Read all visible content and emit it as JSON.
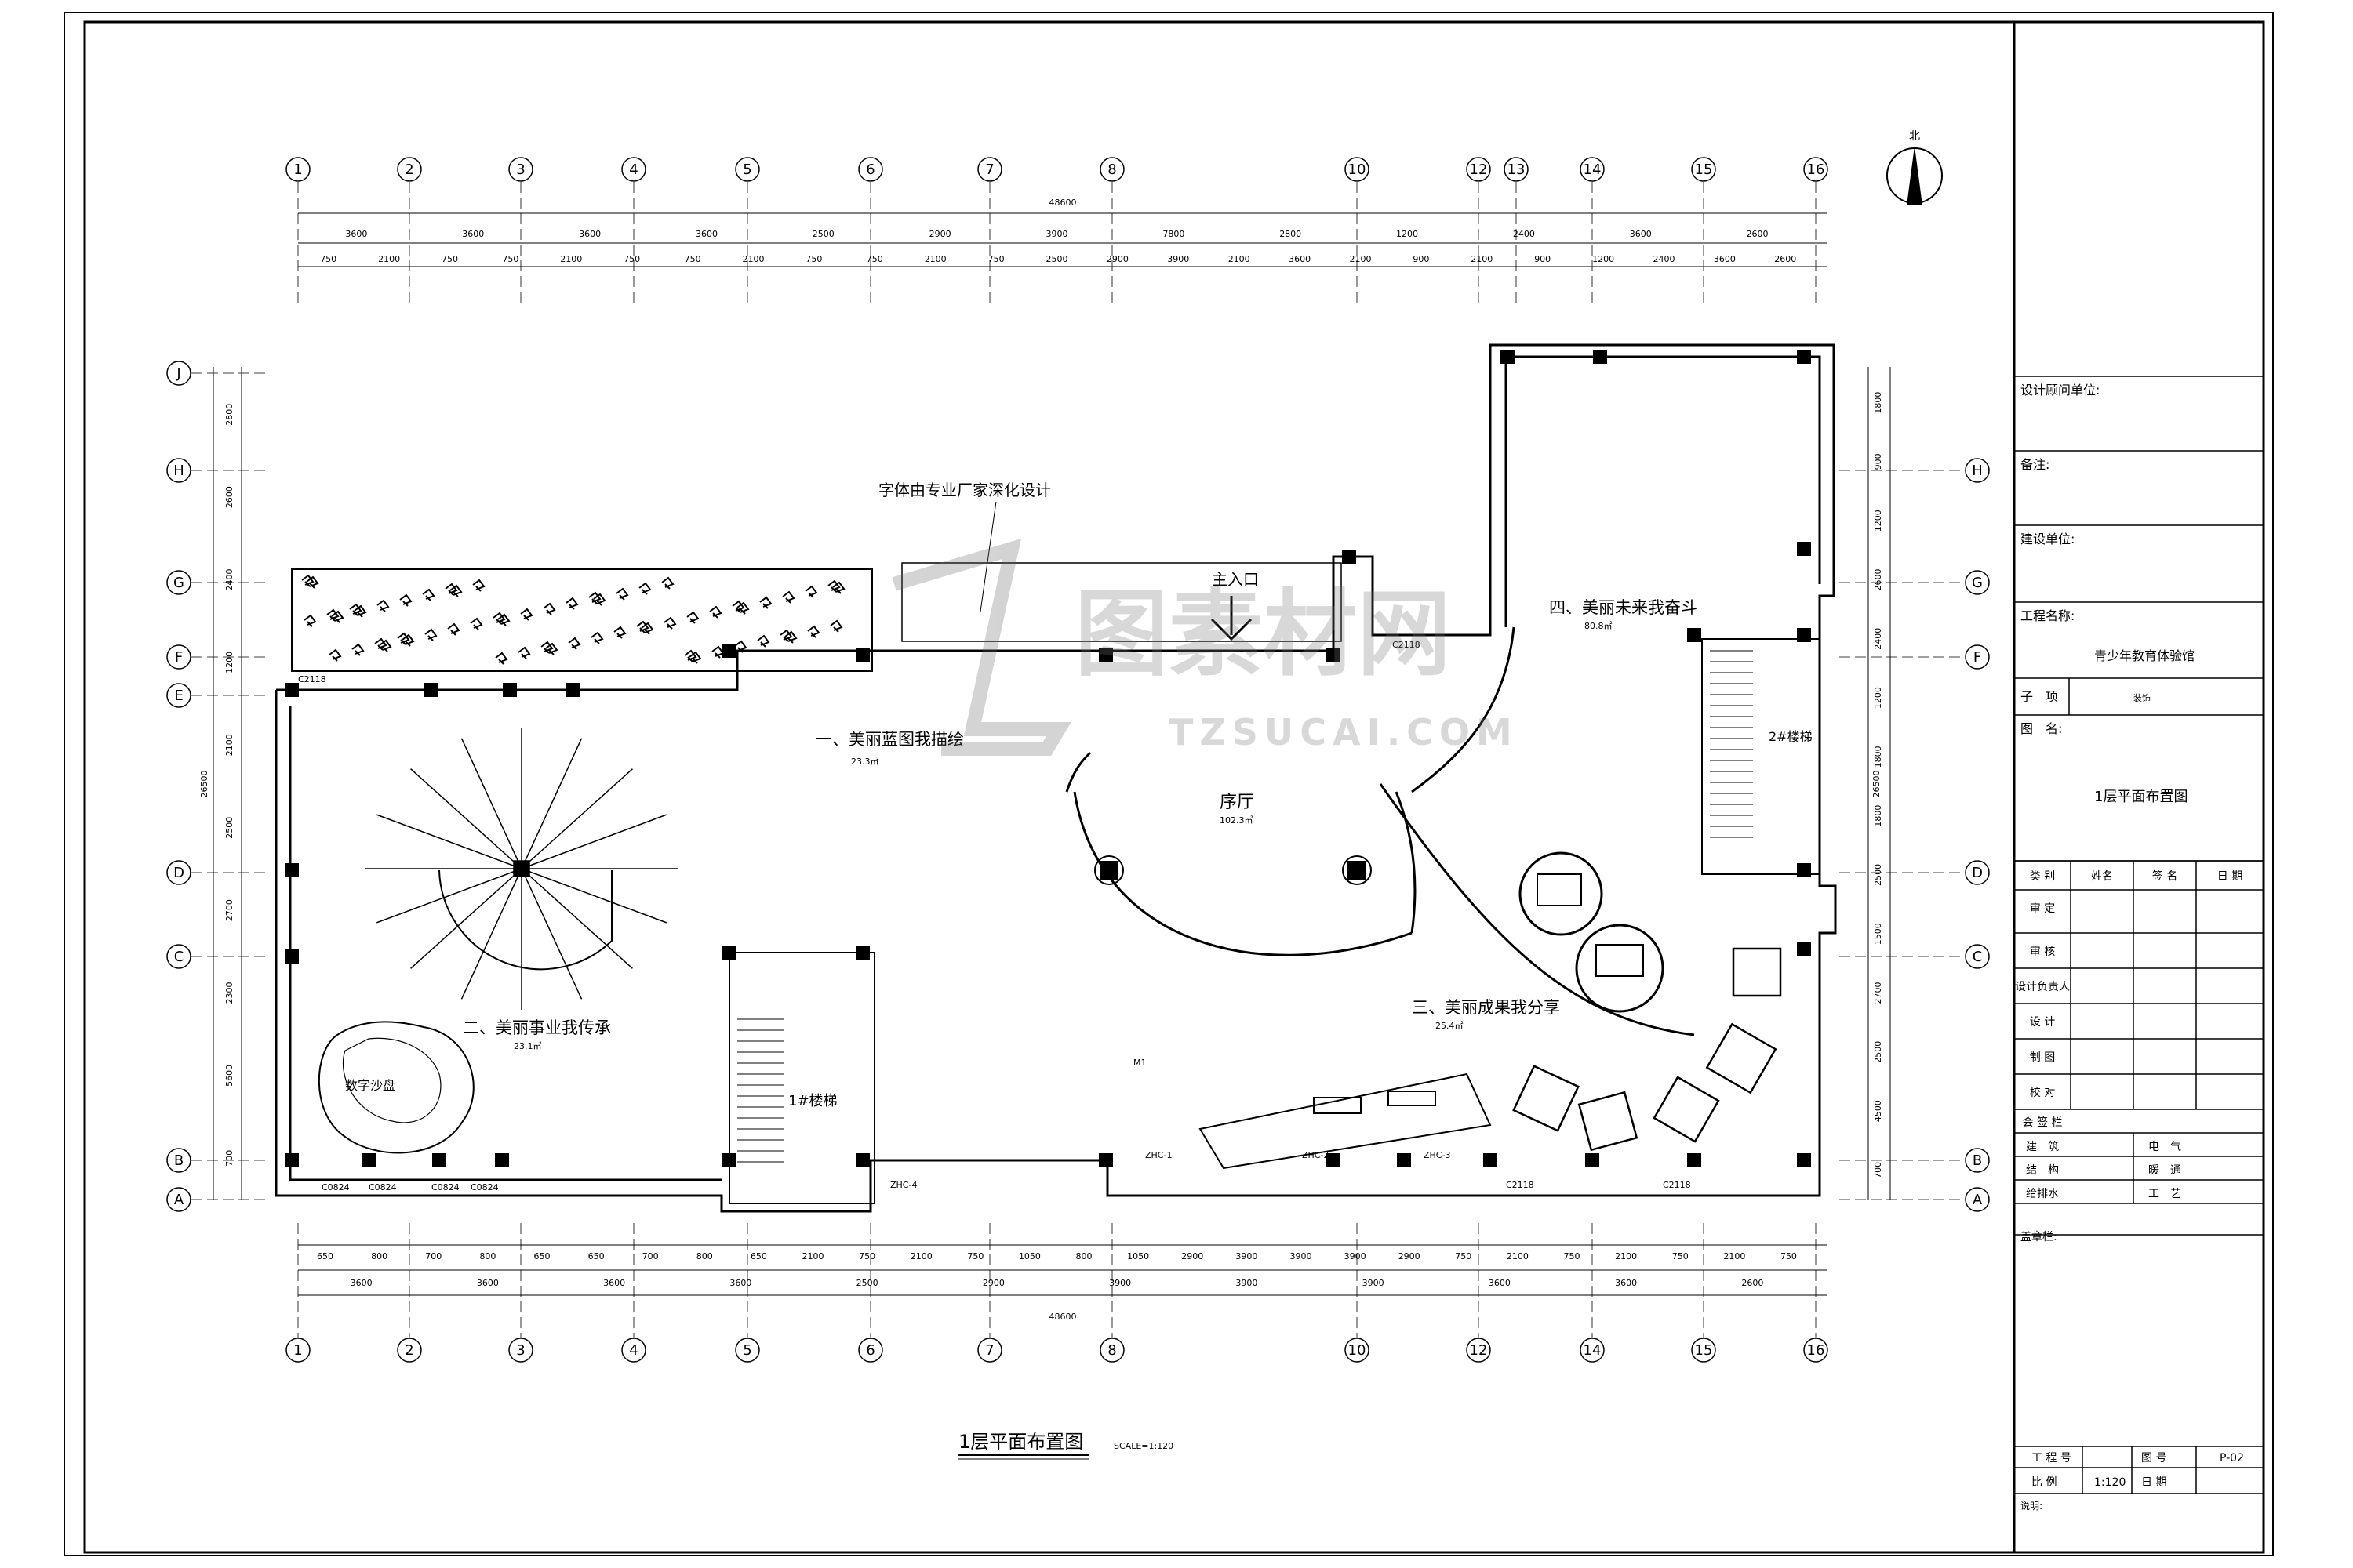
{
  "grid": {
    "vertical_top": [
      "1",
      "2",
      "3",
      "4",
      "5",
      "6",
      "7",
      "8",
      "10",
      "12",
      "13",
      "14",
      "15",
      "16"
    ],
    "vertical_bottom": [
      "1",
      "2",
      "3",
      "4",
      "5",
      "6",
      "7",
      "8",
      "10",
      "12",
      "14",
      "15",
      "16"
    ],
    "horizontal_left": [
      "J",
      "H",
      "G",
      "F",
      "E",
      "D",
      "C",
      "B",
      "A"
    ],
    "horizontal_right": [
      "H",
      "G",
      "F",
      "D",
      "C",
      "B",
      "A"
    ]
  },
  "dimensions": {
    "total_width": "48600",
    "total_height_left": "26500",
    "total_height_right": "26500",
    "top_row1": [
      "3600",
      "3600",
      "3600",
      "3600",
      "2500",
      "2900",
      "3900",
      "7800",
      "2800",
      "1200",
      "2400",
      "3600",
      "2600"
    ],
    "top_row2": [
      "750",
      "2100",
      "750",
      "750",
      "2100",
      "750",
      "750",
      "2100",
      "750",
      "750",
      "2100",
      "750",
      "2500",
      "2900",
      "3900",
      "2100",
      "3600",
      "2100",
      "900",
      "2100",
      "900",
      "1200",
      "2400",
      "3600",
      "2600"
    ],
    "bottom_row1": [
      "650",
      "800",
      "700",
      "800",
      "650",
      "650",
      "700",
      "800",
      "650",
      "2100",
      "750",
      "2100",
      "750",
      "1050",
      "800",
      "1050",
      "2900",
      "3900",
      "3900",
      "3900",
      "2900",
      "750",
      "2100",
      "750",
      "2100",
      "750",
      "2100",
      "750"
    ],
    "bottom_row2": [
      "3600",
      "3600",
      "3600",
      "3600",
      "2500",
      "2900",
      "3900",
      "3900",
      "3900",
      "3600",
      "3600",
      "2600"
    ],
    "bottom_total": "48600",
    "left_col": [
      "2800",
      "2600",
      "2400",
      "1200",
      "2100",
      "2500",
      "2700",
      "2300",
      "5600",
      "700"
    ],
    "right_col": [
      "1800",
      "900",
      "1200",
      "2600",
      "2400",
      "1200",
      "1800",
      "1800",
      "2500",
      "1500",
      "2700",
      "2500",
      "4500",
      "700"
    ]
  },
  "plan_labels": {
    "font_note": "字体由专业厂家深化设计",
    "main_entrance": "主入口",
    "zone1": "一、美丽蓝图我描绘",
    "zone1_area": "23.3㎡",
    "zone2": "二、美丽事业我传承",
    "zone2_area": "23.1㎡",
    "zone3": "三、美丽成果我分享",
    "zone3_area": "25.4㎡",
    "zone4": "四、美丽未来我奋斗",
    "zone4_area": "80.8㎡",
    "lobby": "序厅",
    "lobby_area": "102.3㎡",
    "stair1": "1#楼梯",
    "stair2": "2#楼梯",
    "sand_table": "数字沙盘",
    "door_m1": "M1",
    "c2118_a": "C2118",
    "c2118_b": "C2118",
    "c2118_c": "C2118",
    "c2118_d": "C2118",
    "c0824": [
      "C0824",
      "C0824",
      "C0824",
      "C0824"
    ],
    "zhc": [
      "ZHC-1",
      "ZHC-2",
      "ZHC-3",
      "ZHC-4"
    ]
  },
  "north": "北",
  "drawing_title": "1层平面布置图",
  "drawing_scale": "SCALE=1:120",
  "watermark": {
    "main": "图素材网",
    "sub": "TZSUCAI.COM"
  },
  "title_block": {
    "design_unit_label": "设计顾问单位:",
    "remark_label": "备注:",
    "client_label": "建设单位:",
    "project_label": "工程名称:",
    "project_name": "青少年教育体验馆",
    "subitem_label": "子　项",
    "subitem_value": "装饰",
    "drawing_label": "图　名:",
    "drawing_name": "1层平面布置图",
    "sig_headers": [
      "类 别",
      "姓名",
      "签 名",
      "日 期"
    ],
    "roles": [
      "审 定",
      "审 核",
      "设计负责人",
      "设 计",
      "制 图",
      "校 对"
    ],
    "countersign": "会 签 栏",
    "disciplines": [
      [
        "建　筑",
        "电　气"
      ],
      [
        "结　构",
        "暖　通"
      ],
      [
        "给排水",
        "工　艺"
      ]
    ],
    "seal": "盖章栏:",
    "project_no_label": "工 程 号",
    "drawing_no_label": "图 号",
    "drawing_no": "P-02",
    "scale_label": "比 例",
    "scale_value": "1:120",
    "date_label": "日 期",
    "note_label": "说明:"
  }
}
